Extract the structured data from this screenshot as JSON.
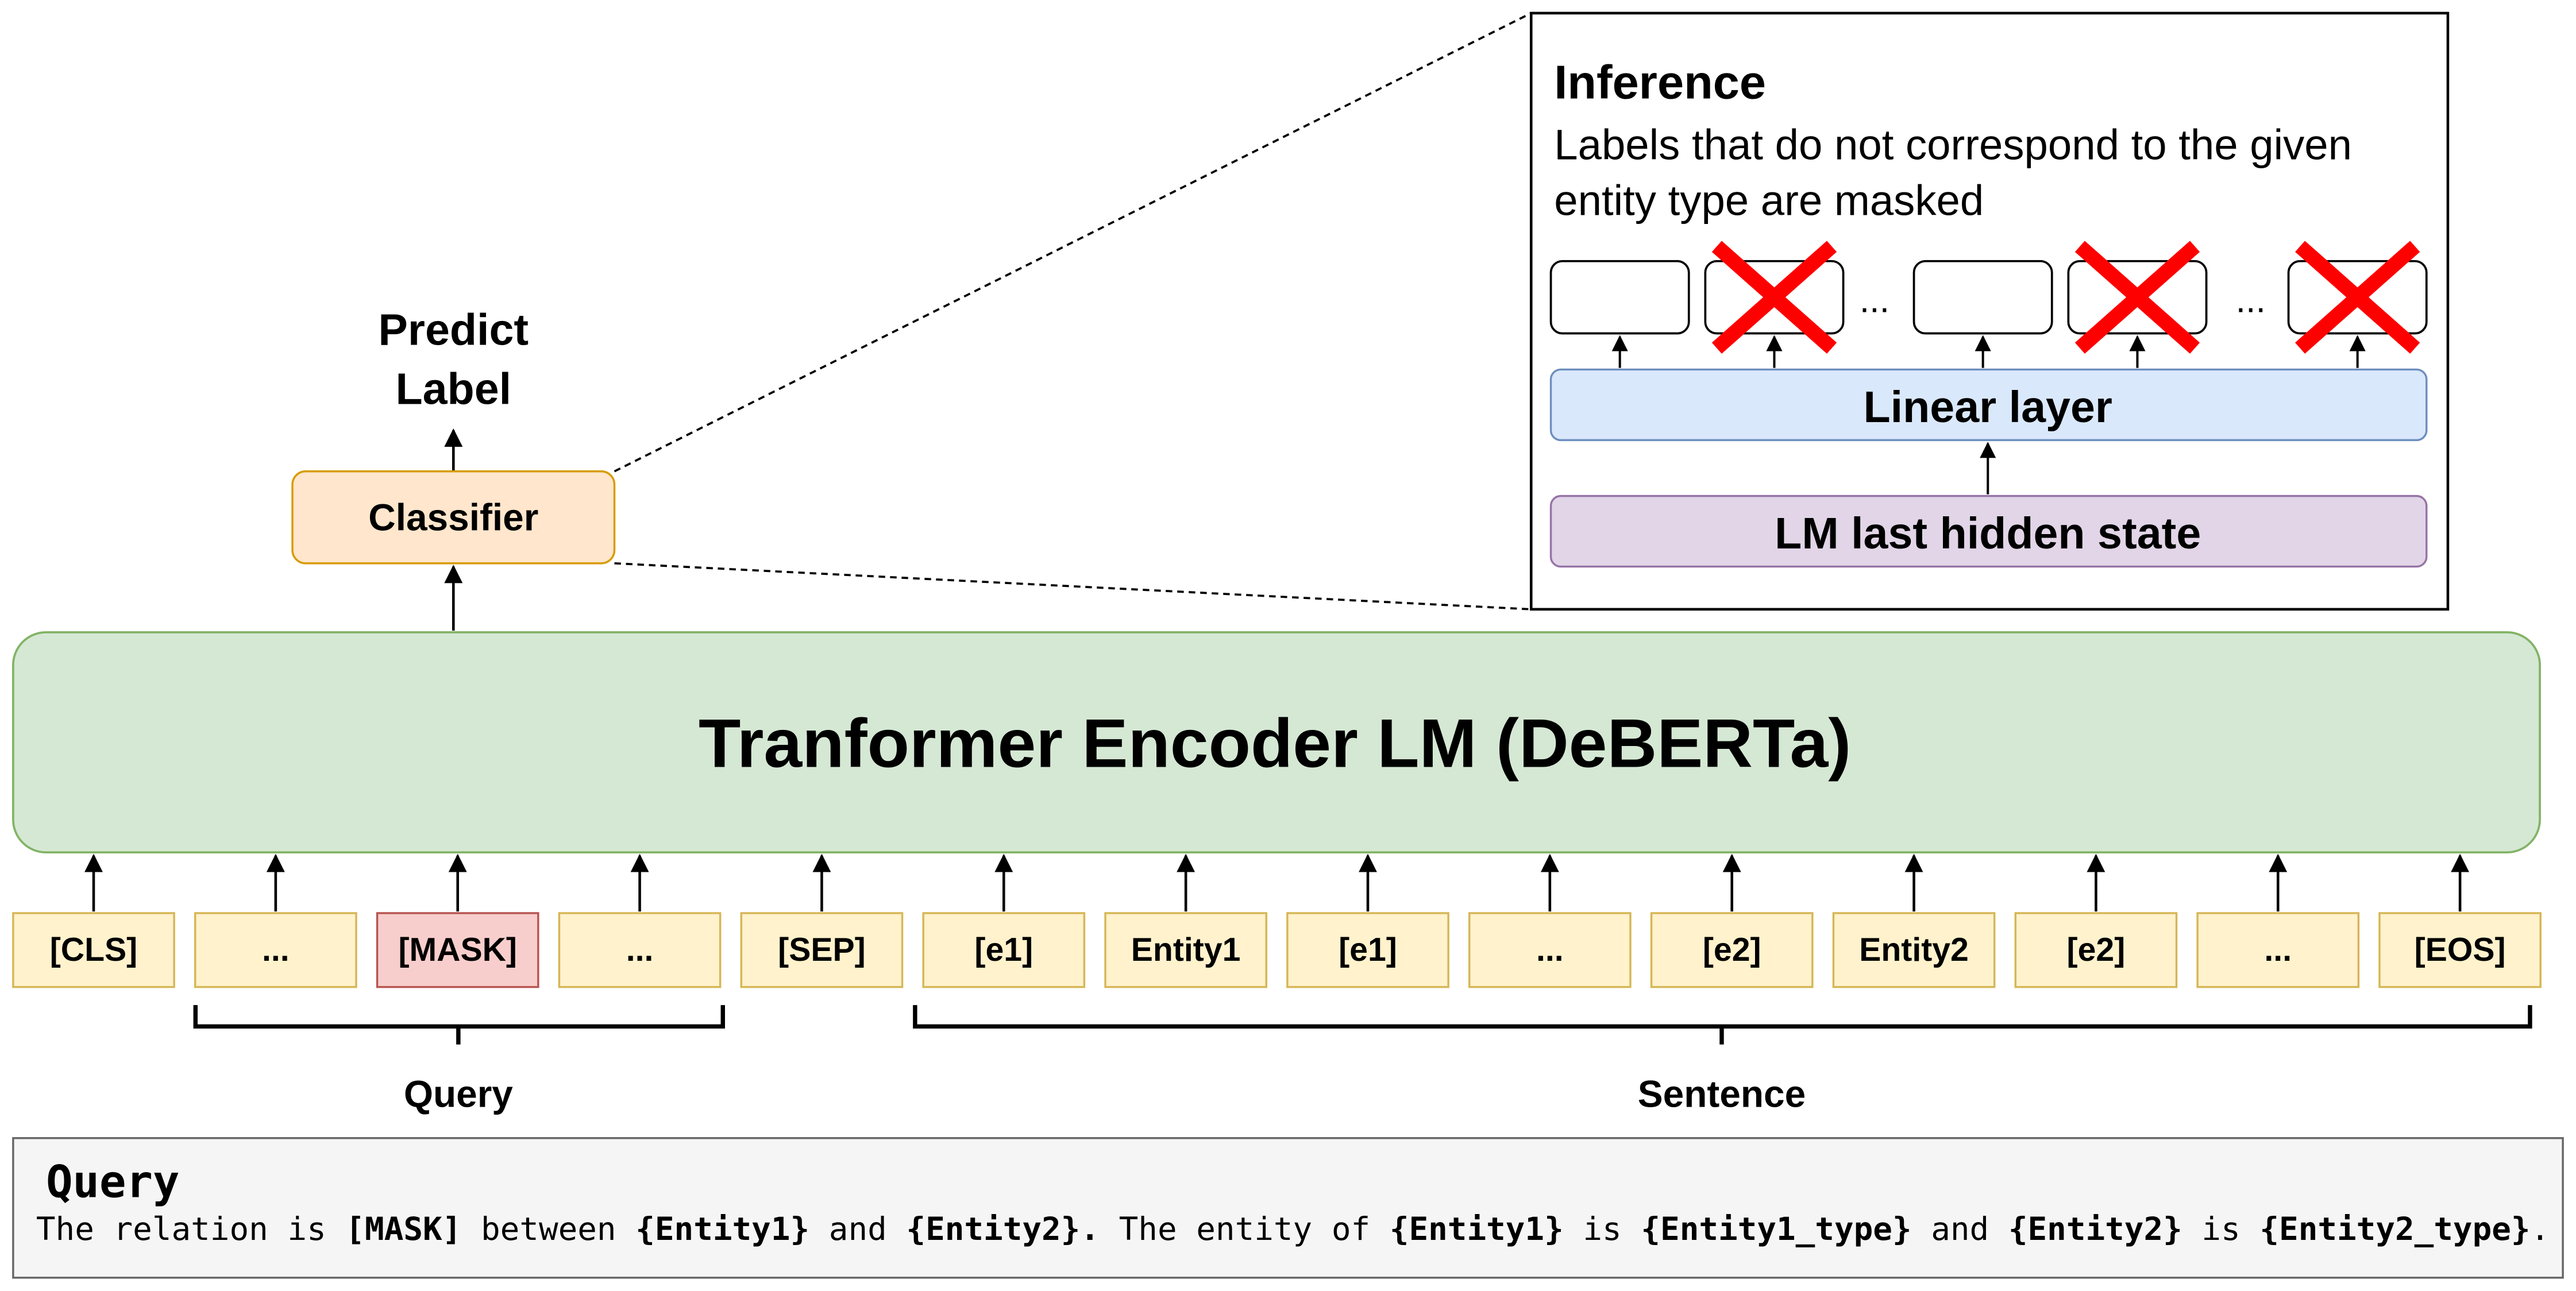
{
  "predict_label": {
    "line1": "Predict",
    "line2": "Label"
  },
  "classifier": {
    "label": "Classifier"
  },
  "encoder": {
    "title": "Tranformer Encoder LM (DeBERTa)"
  },
  "inference": {
    "title": "Inference",
    "desc_line1": "Labels that do not correspond to the given",
    "desc_line2": "entity type are masked",
    "ellipsis": "...",
    "linear_layer": "Linear layer",
    "hidden_state": "LM last hidden state"
  },
  "tokens": [
    {
      "label": "[CLS]",
      "masked": false
    },
    {
      "label": "...",
      "masked": false
    },
    {
      "label": "[MASK]",
      "masked": true
    },
    {
      "label": "...",
      "masked": false
    },
    {
      "label": "[SEP]",
      "masked": false
    },
    {
      "label": "[e1]",
      "masked": false
    },
    {
      "label": "Entity1",
      "masked": false
    },
    {
      "label": "[e1]",
      "masked": false
    },
    {
      "label": "...",
      "masked": false
    },
    {
      "label": "[e2]",
      "masked": false
    },
    {
      "label": "Entity2",
      "masked": false
    },
    {
      "label": "[e2]",
      "masked": false
    },
    {
      "label": "...",
      "masked": false
    },
    {
      "label": "[EOS]",
      "masked": false
    }
  ],
  "groups": {
    "query": "Query",
    "sentence": "Sentence"
  },
  "query_box": {
    "title": "Query",
    "p1": "The relation is ",
    "p2": "[MASK]",
    "p3": " between ",
    "p4": "{Entity1}",
    "p5": " and ",
    "p6": "{Entity2}.",
    "p7": " The entity of ",
    "p8": "{Entity1}",
    "p9": " is ",
    "p10": "{Entity1_type}",
    "p11": " and ",
    "p12": "{Entity2}",
    "p13": " is ",
    "p14": "{Entity2_type}",
    "p15": "."
  },
  "colors": {
    "token_fill": "#fff2cc",
    "token_stroke": "#d6b656",
    "mask_fill": "#f8cecc",
    "mask_stroke": "#b85450",
    "encoder_fill": "#d5e8d4",
    "encoder_stroke": "#82b366",
    "classifier_fill": "#ffe6cc",
    "classifier_stroke": "#d79b00",
    "linear_fill": "#dae8fc",
    "linear_stroke": "#6c8ebf",
    "hidden_fill": "#e1d5e7",
    "hidden_stroke": "#9673a6",
    "cross": "#ff0000",
    "query_fill": "#f5f5f5",
    "query_stroke": "#666666"
  }
}
